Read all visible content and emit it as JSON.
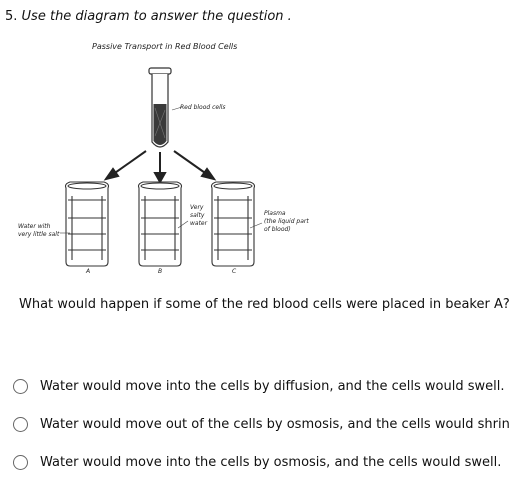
{
  "question": {
    "number": "5.",
    "text": "Use the diagram to answer the question ."
  },
  "diagram": {
    "title": "Passive Transport in Red Blood Cells",
    "labels": {
      "red_blood_cells": "Red blood cells",
      "water_little_salt_line1": "Water with",
      "water_little_salt_line2": "very little salt",
      "very_salty_line1": "Very",
      "very_salty_line2": "salty",
      "very_salty_line3": "water",
      "plasma_line1": "Plasma",
      "plasma_line2": "(the liquid part",
      "plasma_line3": "of blood)",
      "beaker_a": "A",
      "beaker_b": "B",
      "beaker_c": "C"
    }
  },
  "prompt": "What would happen if some of the red blood cells were placed in beaker A?",
  "options": [
    {
      "label": "Water would move into the cells by diffusion, and the cells would swell."
    },
    {
      "label": "Water would move out of the cells by osmosis, and the cells would shrink."
    },
    {
      "label": "Water would move into the cells by osmosis, and the cells would swell."
    }
  ]
}
